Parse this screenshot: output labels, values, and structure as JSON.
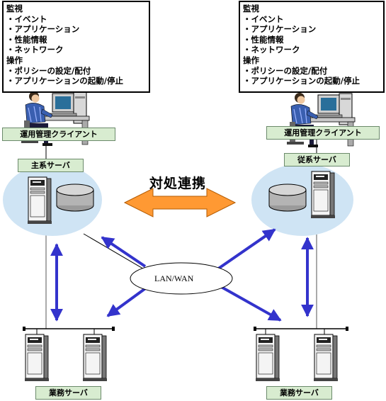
{
  "left_panel": {
    "monitoring": {
      "heading": "監視",
      "items": [
        "・イベント",
        "・アプリケーション",
        "・性能情報",
        "・ネットワーク"
      ]
    },
    "operations": {
      "heading": "操作",
      "items": [
        "・ポリシーの設定/配付",
        "・アプリケーションの起動/停止"
      ]
    }
  },
  "right_panel": {
    "monitoring": {
      "heading": "監視",
      "items": [
        "・イベント",
        "・アプリケーション",
        "・性能情報",
        "・ネットワーク"
      ]
    },
    "operations": {
      "heading": "操作",
      "items": [
        "・ポリシーの設定/配付",
        "・アプリケーションの起動/停止"
      ]
    }
  },
  "labels": {
    "client_left": "運用管理クライアント",
    "client_right": "運用管理クライアント",
    "primary_server": "主系サーバ",
    "secondary_server": "従系サーバ",
    "business_server_left": "業務サーバ",
    "business_server_right": "業務サーバ"
  },
  "cooperation_title": "対処連携",
  "network_label": "LAN/WAN",
  "colors": {
    "arrow_blue": "#3333cc",
    "cooperation_arrow": "#ff9933",
    "server_cloud": "#cfe4f4",
    "label_fill": "#d8ecd0"
  },
  "icons": [
    "operator-at-pc-icon",
    "tower-server-icon",
    "disk-storage-icon"
  ]
}
